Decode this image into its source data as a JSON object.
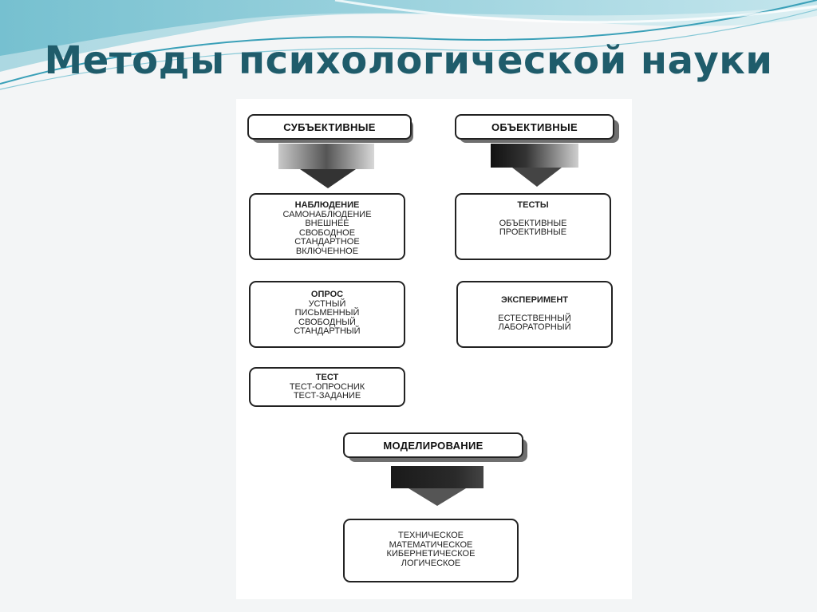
{
  "slide": {
    "title": "Методы психологической науки"
  },
  "diagram": {
    "subjective": {
      "header": "СУБЪЕКТИВНЫЕ",
      "observation": {
        "title": "НАБЛЮДЕНИЕ",
        "items": [
          "САМОНАБЛЮДЕНИЕ",
          "ВНЕШНЕЕ",
          "СВОБОДНОЕ",
          "СТАНДАРТНОЕ",
          "ВКЛЮЧЕННОЕ"
        ]
      },
      "survey": {
        "title": "ОПРОС",
        "items": [
          "УСТНЫЙ",
          "ПИСЬМЕННЫЙ",
          "СВОБОДНЫЙ",
          "СТАНДАРТНЫЙ"
        ]
      },
      "test": {
        "title": "ТЕСТ",
        "items": [
          "ТЕСТ-ОПРОСНИК",
          "ТЕСТ-ЗАДАНИЕ"
        ]
      }
    },
    "objective": {
      "header": "ОБЪЕКТИВНЫЕ",
      "tests": {
        "title": "ТЕСТЫ",
        "items": [
          "ОБЪЕКТИВНЫЕ",
          "ПРОЕКТИВНЫЕ"
        ]
      },
      "experiment": {
        "title": "ЭКСПЕРИМЕНТ",
        "items": [
          "ЕСТЕСТВЕННЫЙ",
          "ЛАБОРАТОРНЫЙ"
        ]
      }
    },
    "modeling": {
      "header": "МОДЕЛИРОВАНИЕ",
      "types": {
        "items": [
          "ТЕХНИЧЕСКОЕ",
          "МАТЕМАТИЧЕСКОЕ",
          "КИБЕРНЕТИЧЕСКОЕ",
          "ЛОГИЧЕСКОЕ"
        ]
      }
    }
  }
}
